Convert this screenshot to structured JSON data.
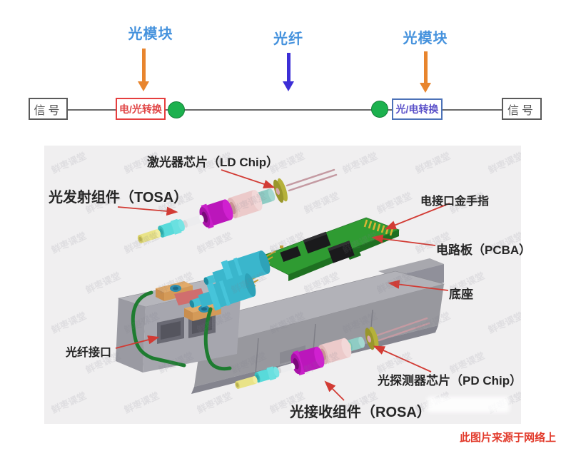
{
  "schematic": {
    "module_label_left": "光模块",
    "fiber_label": "光纤",
    "module_label_right": "光模块",
    "signal_left": "信号",
    "eo_conversion": "电/光转换",
    "oe_conversion": "光/电转换",
    "signal_right": "信号",
    "colors": {
      "title_blue": "#4592dd",
      "arrow_orange": "#e8852e",
      "arrow_blue": "#3c2ed6",
      "eo_red": "#e53e3e",
      "oe_blue_border": "#4c72b8",
      "oe_text": "#5b51c9",
      "node_green": "#1cb14e",
      "line_gray": "#6a6a6a"
    }
  },
  "diagram": {
    "watermark": "鲜枣课堂",
    "labels": {
      "ld_chip": "激光器芯片（LD Chip）",
      "tosa": "光发射组件（TOSA）",
      "gold_finger": "电接口金手指",
      "pcba": "电路板（PCBA）",
      "base": "底座",
      "fiber_port": "光纤接口",
      "pd_chip": "光探测器芯片（PD Chip）",
      "rosa": "光接收组件（ROSA）"
    },
    "colors": {
      "panel_bg": "#f0eff0",
      "leader_red": "#d23b34",
      "pcb_green": "#2f9b32",
      "barrel_cyan": "#3ab6cc",
      "magenta_part": "#bb16bb",
      "pink_part": "#eccaca",
      "gold_disc": "#aaa732",
      "chassis_gray": "#b2b2b8",
      "wire_green": "#1e7c30",
      "clamp_orange": "#e2ab6a"
    }
  },
  "footer": {
    "source_note": "此图片来源于网络上"
  }
}
